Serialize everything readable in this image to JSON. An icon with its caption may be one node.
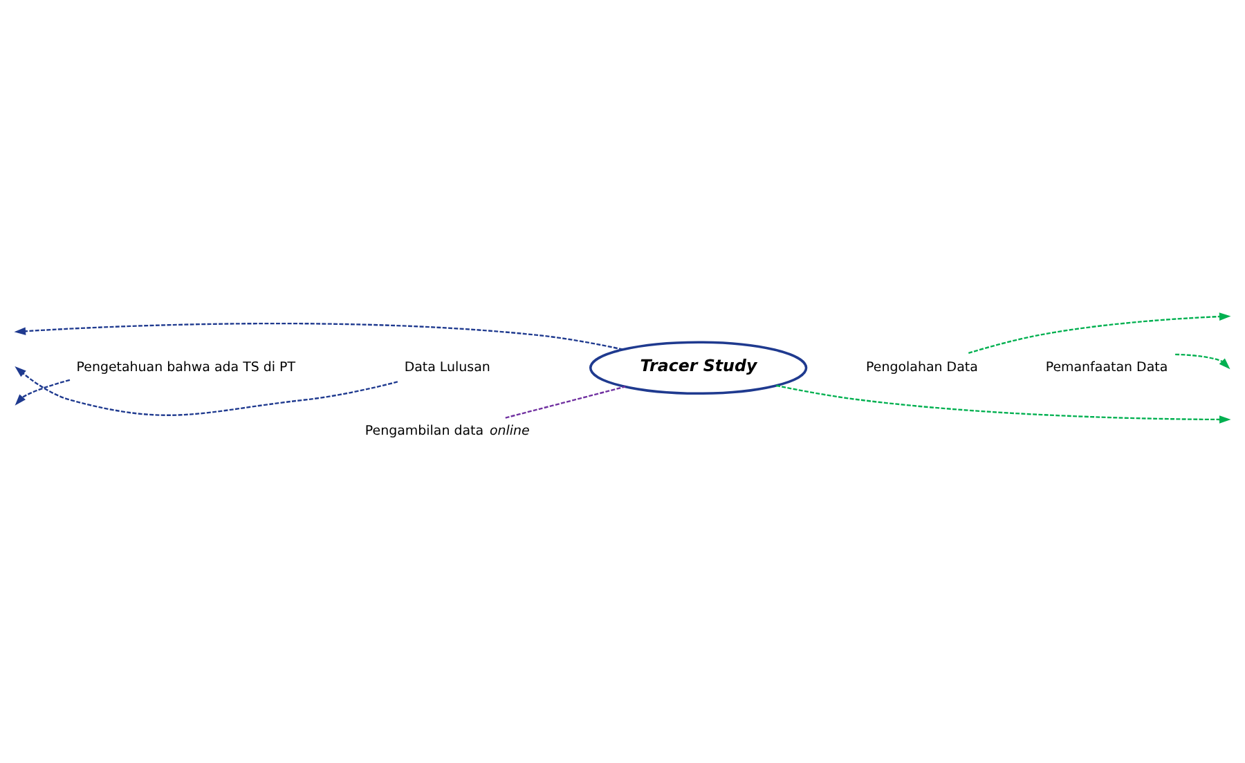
{
  "diagram": {
    "nodes": [
      {
        "text": [
          "Tracer Study"
        ]
      },
      {
        "text": [
          "Pengambilan data *online*"
        ]
      },
      {
        "text": [
          "Pengolahan Data"
        ]
      },
      {
        "text": [
          "Pemanfaatan Data"
        ]
      },
      {
        "text": [
          "Data Lulusan"
        ]
      },
      {
        "text": [
          "Pengetahuan bahwa ada TS di PT"
        ]
      }
    ],
    "edges": [
      {
        "from": 0,
        "to": null,
        "arrow": "to",
        "style": "dashed",
        "color": "#1f3a8f"
      },
      {
        "from": 5,
        "to": null,
        "arrow": "to",
        "style": "dashed",
        "color": "#1f3a8f"
      },
      {
        "from": 4,
        "to": null,
        "arrow": "to",
        "style": "dashed",
        "color": "#1f3a8f"
      },
      {
        "from": 1,
        "to": 0,
        "arrow": "none",
        "style": "dashed",
        "color": "#7030a0"
      },
      {
        "from": 0,
        "to": null,
        "arrow": "to",
        "style": "dashed",
        "color": "#00b050"
      },
      {
        "from": 2,
        "to": null,
        "arrow": "to",
        "style": "dashed",
        "color": "#00b050"
      },
      {
        "from": 3,
        "to": null,
        "arrow": "to",
        "style": "dashed",
        "color": "#00b050"
      }
    ]
  }
}
